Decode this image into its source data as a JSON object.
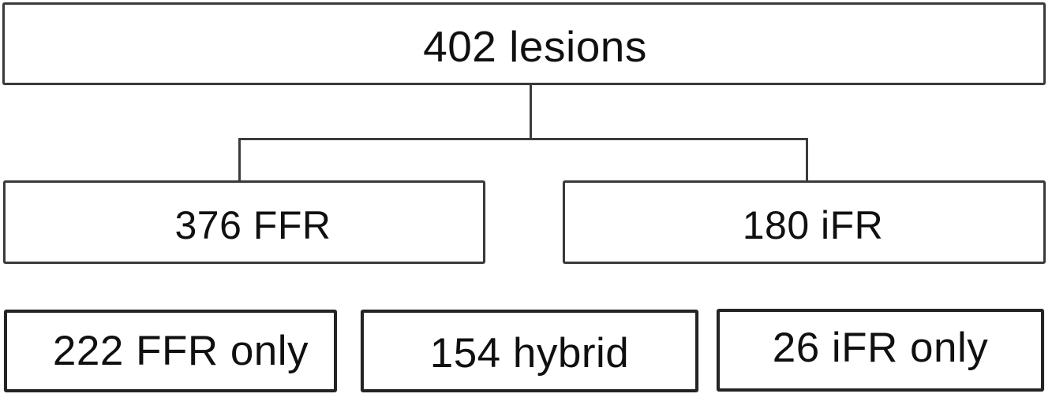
{
  "diagram": {
    "type": "flowchart",
    "background": "#ffffff",
    "border_color": "#3a3a3a",
    "connector_color": "#3c3c3c",
    "text_color": "#101010",
    "nodes": {
      "root": {
        "label": "402 lesions"
      },
      "ffr": {
        "label": "376 FFR"
      },
      "ifr": {
        "label": "180 iFR"
      },
      "ffr_only": {
        "label": "222 FFR only"
      },
      "hybrid": {
        "label": "154 hybrid"
      },
      "ifr_only": {
        "label": "26 iFR only"
      }
    },
    "edges": [
      {
        "from": "402 lesions",
        "to": "376 FFR"
      },
      {
        "from": "402 lesions",
        "to": "180 iFR"
      }
    ]
  }
}
